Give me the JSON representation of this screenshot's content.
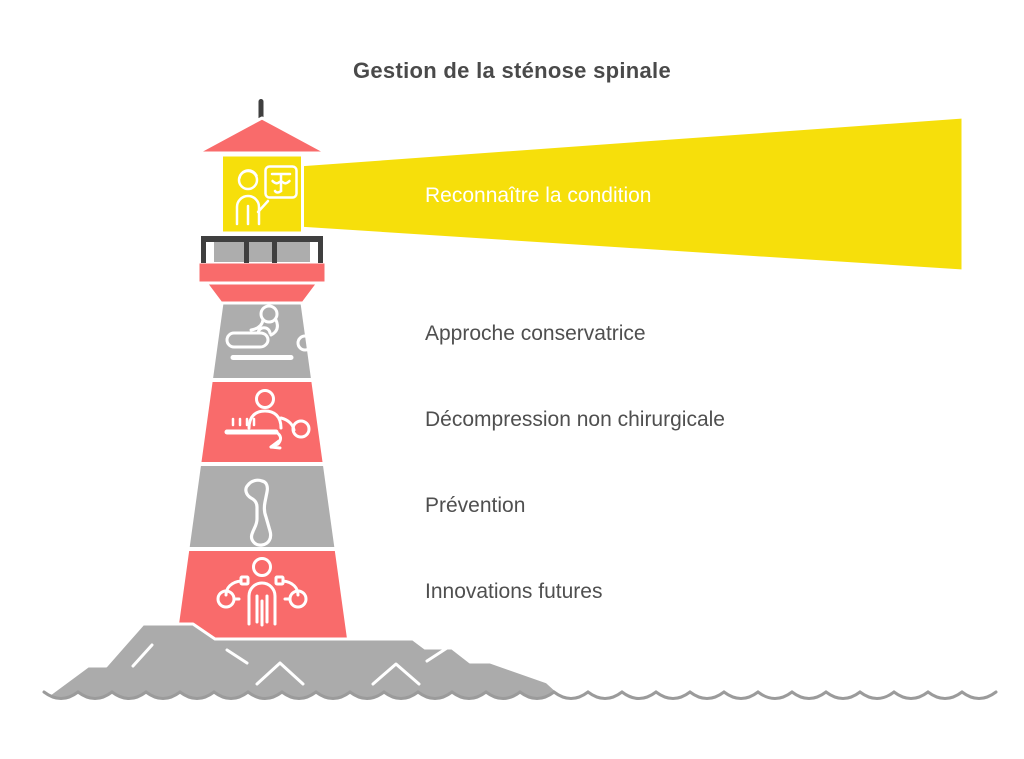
{
  "title": "Gestion de la sténose spinale",
  "beam": {
    "label": "Reconnaître la condition"
  },
  "segments": [
    {
      "label": "Approche conservatrice",
      "icon": "massage-therapy-icon",
      "band_color": "#ADADAD"
    },
    {
      "label": "Décompression non chirurgicale",
      "icon": "spinal-decompression-icon",
      "band_color": "#F96B6B"
    },
    {
      "label": "Prévention",
      "icon": "spine-icon",
      "band_color": "#ADADAD"
    },
    {
      "label": "Innovations futures",
      "icon": "exoskeleton-icon",
      "band_color": "#F96B6B"
    }
  ],
  "lantern_icon": "doctor-presenting-spine-chart-icon",
  "colors": {
    "beam_yellow": "#F6DF0B",
    "tower_red": "#F96B6B",
    "tower_gray": "#ADADAD",
    "railing_dark": "#3F3F3F",
    "rock_gray": "#ABABAB",
    "wave_gray": "#9B9B9B",
    "title_text": "#4A4A4A",
    "label_text": "#4F4F4F",
    "beam_text": "#FFFFFF"
  }
}
